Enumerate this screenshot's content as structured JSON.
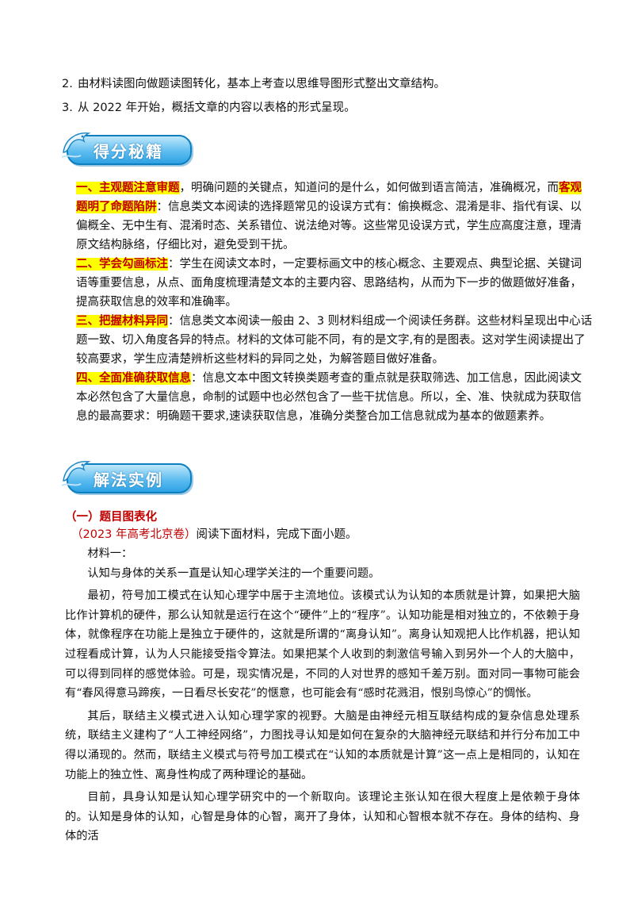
{
  "list": [
    {
      "num": "2.",
      "text": "由材料读图向做题读图转化，基本上考查以思维导图形式整出文章结构。"
    },
    {
      "num": "3.",
      "text": "从 2022 年开始，概括文章的内容以表格的形式呈现。"
    }
  ],
  "banner1": {
    "title": "得分秘籍"
  },
  "tips": {
    "lines": [
      {
        "h1": "一、主观题注意审题",
        "t1": "，明确问题的关键点，知道问的是什么，如何做到语言简洁，准确概况，而",
        "h2": "客观"
      },
      {
        "h1": "题明了命题陷阱",
        "t1": "：信息类文本阅读的选择题常见的设误方式有：偷换概念、混淆是非、指代有误、以"
      },
      {
        "t1": "偏概全、无中生有、混淆时态、关系错位、说法绝对等。这些常见设误方式，学生应高度注意，理清"
      },
      {
        "t1": "原文结构脉络，仔细比对，避免受到干扰。"
      },
      {
        "h1": "二、学会勾画标注",
        "t1": "：学生在阅读文本时，一定要标画文中的核心概念、主要观点、典型论据、关键词"
      },
      {
        "t1": "语等重要信息，从点、面角度梳理清楚文本的主要内容、思路结构，从而为下一步的做题做好准备，"
      },
      {
        "t1": "提高获取信息的效率和准确率。"
      },
      {
        "h1": "三、把握材料异同",
        "t1": "：信息类文本阅读一般由 2、3 则材料组成一个阅读任务群。这些材料呈现出中心话"
      },
      {
        "t1": "题一致、切入角度各异的特点。材料的文体可能不同，有的是文字,有的是图表。这对学生阅读提出了"
      },
      {
        "t1": "较高要求，学生应清楚辨析这些材料的异同之处，为解答题目做好准备。"
      },
      {
        "h1": "四、全面准确获取信息",
        "t1": "：信息文本中图文转换类题考查的重点就是获取筛选、加工信息，因此阅读文"
      },
      {
        "t1": "本必然包含了大量信息，命制的试题中也必然包含了一些干扰信息。所以，全、准、快就成为获取信"
      },
      {
        "t1": "息的最高要求：明确题干要求,速读获取信息，准确分类整合加工信息就成为基本的做题素养。"
      }
    ]
  },
  "banner2": {
    "title": "解法实例"
  },
  "example": {
    "heading": "（一）题目图表化",
    "source": "（2023 年高考北京卷）",
    "instruction": "阅读下面材料，完成下面小题。",
    "material_label": "材料一：",
    "paragraphs": [
      "认知与身体的关系一直是认知心理学关注的一个重要问题。",
      "最初，符号加工模式在认知心理学中居于主流地位。该模式认为认知的本质就是计算，如果把大脑比作计算机的硬件，那么认知就是运行在这个“硬件”上的“程序”。认知功能是相对独立的，不依赖于身体，就像程序在功能上是独立于硬件的，这就是所谓的“离身认知”。离身认知观把人比作机器，把认知过程看成计算，认为人只能接受指令算法。如果把某个人收到的刺激信号输入到另外一个人的大脑中，可以得到同样的感觉体验。可是，现实情况是，不同的人对世界的感知千差万别。面对同一事物可能会有“春风得意马蹄疾，一日看尽长安花”的惬意，也可能会有“感时花溅泪，恨别鸟惊心”的惆怅。",
      "其后，联结主义模式进入认知心理学家的视野。大脑是由神经元相互联结构成的复杂信息处理系统，联结主义建构了“人工神经网络”，力图找寻认知是如何在复杂的大脑神经元联结和并行分布加工中得以涌现的。然而，联结主义模式与符号加工模式在“认知的本质就是计算”这一点上是相同的，认知在功能上的独立性、离身性构成了两种理论的基础。",
      "目前，具身认知是认知心理学研究中的一个新取向。该理论主张认知在很大程度上是依赖于身体的。认知是身体的认知，心智是身体的心智，离开了身体，认知和心智根本就不存在。身体的结构、身体的活"
    ]
  }
}
